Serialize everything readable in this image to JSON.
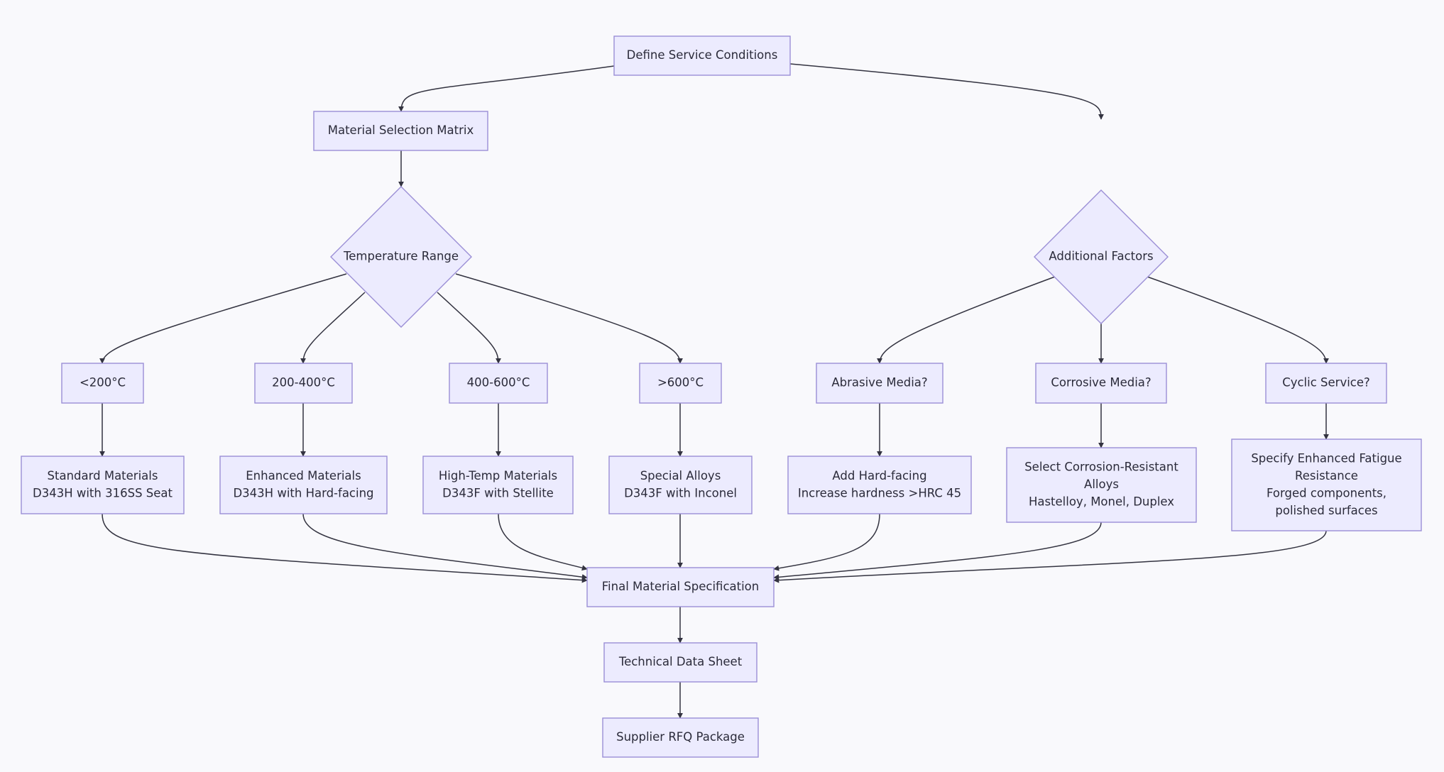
{
  "diagram": {
    "nodes": [
      {
        "id": "define",
        "shape": "rect",
        "lines": [
          "Define Service Conditions"
        ]
      },
      {
        "id": "matrix",
        "shape": "rect",
        "lines": [
          "Material Selection Matrix"
        ]
      },
      {
        "id": "temp",
        "shape": "diamond",
        "lines": [
          "Temperature Range"
        ]
      },
      {
        "id": "addl",
        "shape": "diamond",
        "lines": [
          "Additional Factors"
        ]
      },
      {
        "id": "t1",
        "shape": "rect",
        "lines": [
          "<200°C"
        ]
      },
      {
        "id": "t2",
        "shape": "rect",
        "lines": [
          "200-400°C"
        ]
      },
      {
        "id": "t3",
        "shape": "rect",
        "lines": [
          "400-600°C"
        ]
      },
      {
        "id": "t4",
        "shape": "rect",
        "lines": [
          ">600°C"
        ]
      },
      {
        "id": "abr",
        "shape": "rect",
        "lines": [
          "Abrasive Media?"
        ]
      },
      {
        "id": "cor",
        "shape": "rect",
        "lines": [
          "Corrosive Media?"
        ]
      },
      {
        "id": "cyc",
        "shape": "rect",
        "lines": [
          "Cyclic Service?"
        ]
      },
      {
        "id": "std",
        "shape": "rect",
        "lines": [
          "Standard Materials",
          "D343H with 316SS Seat"
        ]
      },
      {
        "id": "enh",
        "shape": "rect",
        "lines": [
          "Enhanced Materials",
          "D343H with Hard-facing"
        ]
      },
      {
        "id": "ht",
        "shape": "rect",
        "lines": [
          "High-Temp Materials",
          "D343F with Stellite"
        ]
      },
      {
        "id": "spa",
        "shape": "rect",
        "lines": [
          "Special Alloys",
          "D343F with Inconel"
        ]
      },
      {
        "id": "hardf",
        "shape": "rect",
        "lines": [
          "Add Hard-facing",
          "Increase hardness >HRC 45"
        ]
      },
      {
        "id": "corr",
        "shape": "rect",
        "lines": [
          "Select Corrosion-Resistant",
          "Alloys",
          "Hastelloy, Monel, Duplex"
        ]
      },
      {
        "id": "fat",
        "shape": "rect",
        "lines": [
          "Specify Enhanced Fatigue",
          "Resistance",
          "Forged components,",
          "polished surfaces"
        ]
      },
      {
        "id": "final",
        "shape": "rect",
        "lines": [
          "Final Material Specification"
        ]
      },
      {
        "id": "tds",
        "shape": "rect",
        "lines": [
          "Technical Data Sheet"
        ]
      },
      {
        "id": "rfq",
        "shape": "rect",
        "lines": [
          "Supplier RFQ Package"
        ]
      }
    ],
    "edges": [
      [
        "define",
        "matrix"
      ],
      [
        "define",
        "addl"
      ],
      [
        "matrix",
        "temp"
      ],
      [
        "temp",
        "t1"
      ],
      [
        "temp",
        "t2"
      ],
      [
        "temp",
        "t3"
      ],
      [
        "temp",
        "t4"
      ],
      [
        "t1",
        "std"
      ],
      [
        "t2",
        "enh"
      ],
      [
        "t3",
        "ht"
      ],
      [
        "t4",
        "spa"
      ],
      [
        "addl",
        "abr"
      ],
      [
        "addl",
        "cor"
      ],
      [
        "addl",
        "cyc"
      ],
      [
        "abr",
        "hardf"
      ],
      [
        "cor",
        "corr"
      ],
      [
        "cyc",
        "fat"
      ],
      [
        "std",
        "final"
      ],
      [
        "enh",
        "final"
      ],
      [
        "ht",
        "final"
      ],
      [
        "spa",
        "final"
      ],
      [
        "hardf",
        "final"
      ],
      [
        "corr",
        "final"
      ],
      [
        "fat",
        "final"
      ],
      [
        "final",
        "tds"
      ],
      [
        "tds",
        "rfq"
      ]
    ]
  }
}
